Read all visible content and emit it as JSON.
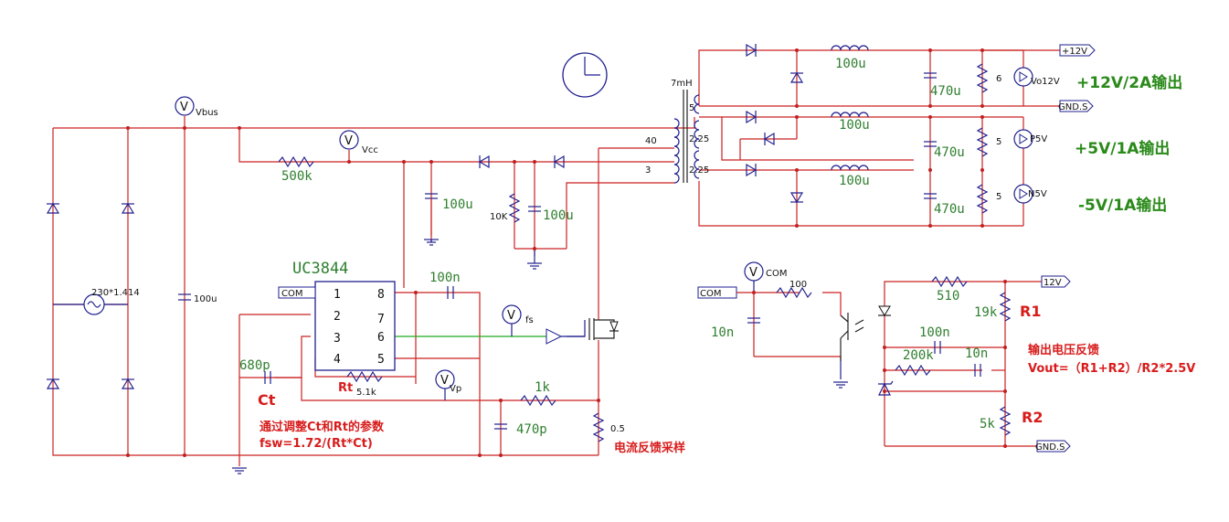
{
  "source": {
    "label": "230*1.414",
    "bus_cap": "100u",
    "bus_meter": "Vbus"
  },
  "startup": {
    "res": "500k",
    "meter": "Vcc",
    "cap": "100u",
    "load_res": "10K",
    "aux_cap": "100u"
  },
  "controller": {
    "name": "UC3844",
    "pins_left": [
      "1",
      "2",
      "3",
      "4"
    ],
    "pins_right": [
      "8",
      "7",
      "6",
      "5"
    ],
    "com_left": "COM",
    "cap_ref": "100n",
    "ct_value": "680p",
    "ct_label": "Ct",
    "rt_value": "5.1k",
    "rt_label": "Rt",
    "fs_meter": "fs",
    "vp_meter": "Vp",
    "filter_res": "1k",
    "filter_cap": "470p",
    "sense_res": "0.5",
    "sense_note": "电流反馈采样",
    "tune_note": "通过调整Ct和Rt的参数",
    "formula": "fsw=1.72/(Rt*Ct)"
  },
  "transformer": {
    "inductance": "7mH",
    "primary_turns": "40",
    "aux_turns": "3",
    "s12": "5",
    "s5a": "2.25",
    "s5b": "2.25"
  },
  "outputs": {
    "l12": "100u",
    "c12": "470u",
    "r12": "6",
    "m12": "Vo12V",
    "tag12": "+12V",
    "gnd_tag": "GND.S",
    "l5": "100u",
    "c5a": "470u",
    "r5a": "5",
    "m5a": "P5V",
    "ln5": "100u",
    "c5b": "470u",
    "r5b": "5",
    "m5b": "N5V",
    "title12": "+12V/2A输出",
    "title5": "+5V/1A输出",
    "titlen5": "-5V/1A输出"
  },
  "feedback": {
    "com_meter": "COM",
    "com_tag": "COM",
    "res_led": "100",
    "cap_com": "10n",
    "res_top": "510",
    "tag12": "12V",
    "r1_value": "19k",
    "r1_label": "R1",
    "comp_cap": "100n",
    "comp_res": "200k",
    "comp_cap2": "10n",
    "r2_value": "5k",
    "r2_label": "R2",
    "gnd_tag": "GND.S",
    "note": "输出电压反馈",
    "formula": "Vout=（R1+R2）/R2*2.5V"
  },
  "misc": {
    "clock_icon": "clock-icon"
  }
}
